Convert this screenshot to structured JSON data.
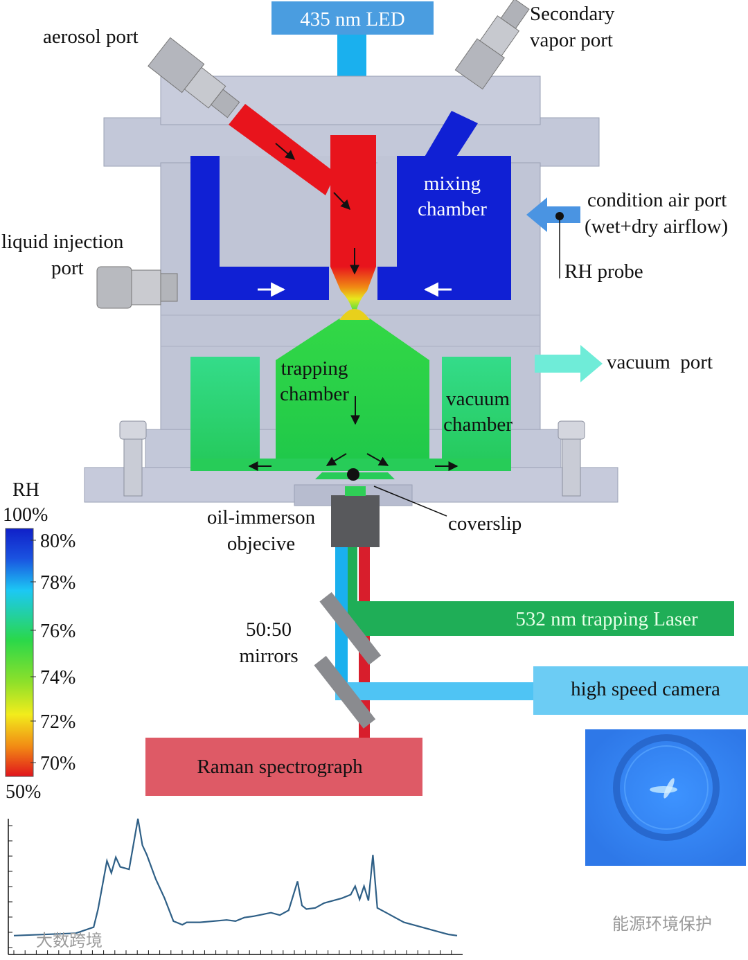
{
  "labels": {
    "led": "435 nm LED",
    "aerosol_port": "aerosol port",
    "secondary_port_line1": "Secondary",
    "secondary_port_line2": "vapor port",
    "mixing_line1": "mixing",
    "mixing_line2": "chamber",
    "condition_line1": "condition air port",
    "condition_line2": "(wet+dry airflow)",
    "rh_probe": "RH probe",
    "liquid_line1": "liquid injection",
    "liquid_line2": "port",
    "vacuum_port": "vacuum  port",
    "trapping_line1": "trapping",
    "trapping_line2": "chamber",
    "vacuum_line1": "vacuum",
    "vacuum_line2": "chamber",
    "objective_line1": "oil-immerson",
    "objective_line2": "objecive",
    "coverslip": "coverslip",
    "mirrors_line1": "50:50",
    "mirrors_line2": "mirrors",
    "laser": "532 nm trapping Laser",
    "camera": "high speed camera",
    "raman": "Raman spectrograph"
  },
  "rh_scale": {
    "title": "RH",
    "top": "100%",
    "bottom": "50%",
    "ticks": [
      "80%",
      "78%",
      "76%",
      "74%",
      "72%",
      "70%"
    ]
  },
  "watermarks": {
    "left": "大数跨境",
    "right": "能源环境保护"
  },
  "colors": {
    "led_beam": "#1ab0ee",
    "trapping_laser": "#1fae57",
    "camera_beam": "#4fc4f4",
    "raman_beam": "#d81e2c",
    "raman_box": "#de5a66",
    "aerosol_flow": "#e8141c",
    "mixing_flow": "#1020d4",
    "trapping_flow": "#2cd24a",
    "vacuum_flow": "#2cd680",
    "chamber_body": "#bfc4d6",
    "particle_image": "#2f7ff0"
  },
  "chart_data": {
    "type": "line",
    "title": "",
    "xlabel": "",
    "ylabel": "",
    "x_range": [
      0,
      100
    ],
    "y_range": [
      0,
      100
    ],
    "series": [
      {
        "x": [
          0,
          14,
          18,
          19,
          21,
          22,
          23,
          24,
          26,
          28,
          29,
          30,
          32,
          34,
          36,
          38,
          39,
          42,
          48,
          50,
          52,
          54,
          58,
          60,
          62,
          64,
          65,
          66,
          68,
          70,
          72,
          74,
          76,
          77,
          78,
          79,
          80,
          81,
          82,
          84,
          86,
          88,
          90,
          92,
          94,
          96,
          98,
          100
        ],
        "y": [
          3,
          5,
          10,
          25,
          65,
          55,
          68,
          60,
          58,
          100,
          78,
          70,
          50,
          34,
          15,
          12,
          14,
          14,
          16,
          15,
          18,
          19,
          22,
          20,
          24,
          48,
          28,
          25,
          26,
          30,
          32,
          34,
          37,
          44,
          33,
          44,
          32,
          70,
          26,
          22,
          18,
          14,
          12,
          10,
          8,
          6,
          4,
          3
        ]
      }
    ]
  }
}
